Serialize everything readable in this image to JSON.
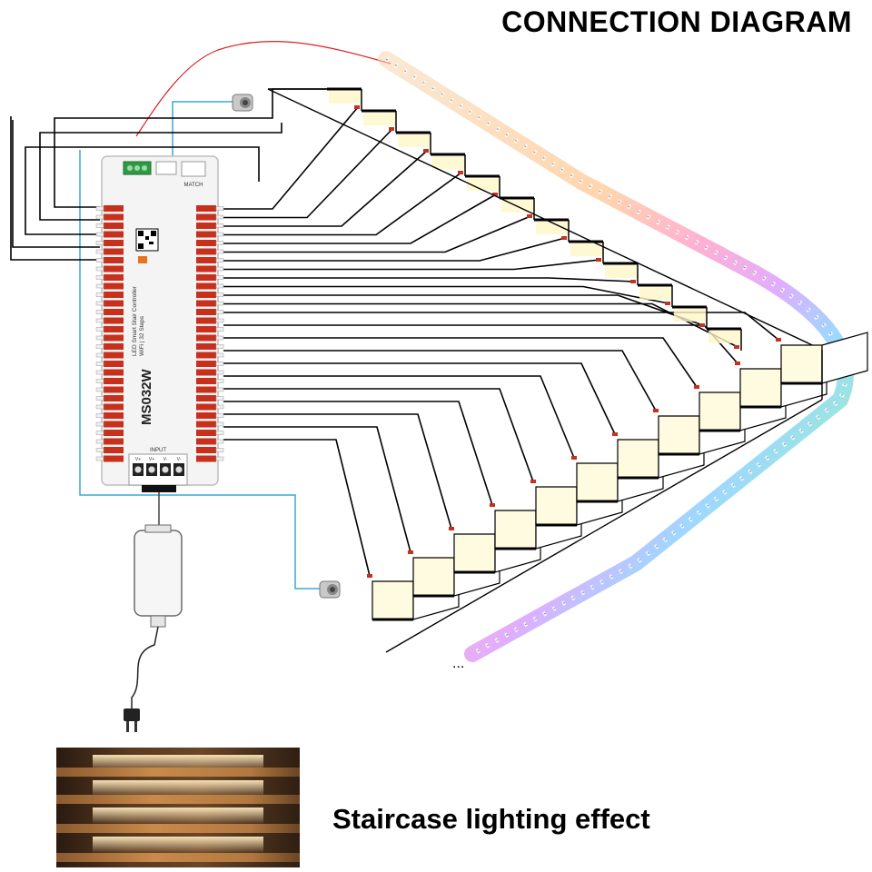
{
  "title": "CONNECTION DIAGRAM",
  "caption": "Staircase lighting effect",
  "controller": {
    "model": "MS032W",
    "description_line1": "LED Smart Stair Controller",
    "description_line2": "WiFi | 32 Steps",
    "input_label": "INPUT",
    "match_label": "MATCH",
    "terminal_labels": [
      "V+",
      "V+",
      "V-",
      "V-"
    ]
  },
  "colors": {
    "wire": "#000000",
    "sensor_wire": "#3aa8d8",
    "power_wire": "#e02020",
    "controller_body": "#f2f2f2",
    "terminal_green": "#2e9a44",
    "connector_red": "#c8301e",
    "strip_glow": "#fff5b0"
  },
  "icons": [
    "motion-sensor-icon",
    "power-adapter-icon",
    "power-plug-icon",
    "qr-code-icon",
    "led-strip-icon"
  ]
}
